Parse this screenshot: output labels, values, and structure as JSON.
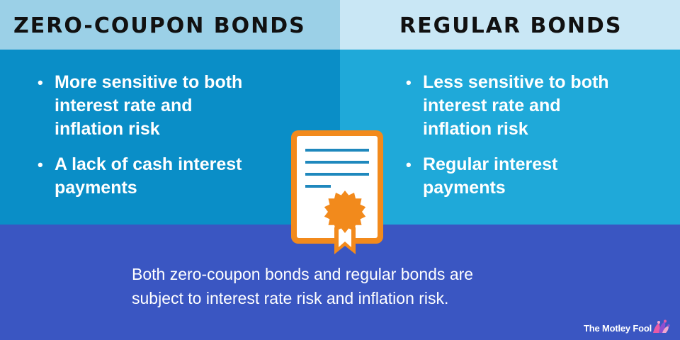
{
  "left": {
    "title": "ZERO-COUPON BONDS",
    "bullets": [
      "More sensitive to both\ninterest rate and\ninflation risk",
      "A lack of cash interest\npayments"
    ]
  },
  "right": {
    "title": "REGULAR BONDS",
    "bullets": [
      "Less sensitive to both\ninterest rate and\ninflation risk",
      "Regular interest\npayments"
    ]
  },
  "bullet_glyph": "•",
  "summary": "Both zero-coupon bonds and regular bonds are\nsubject to interest rate risk and inflation risk.",
  "brand": "The Motley Fool",
  "colors": {
    "header_left": "#9bd0e7",
    "header_right": "#c9e7f5",
    "body_left": "#0a8ec7",
    "body_right": "#1fa9d9",
    "bottom": "#3a56c2",
    "accent_orange": "#f28a1c"
  },
  "icons": {
    "certificate": "certificate-icon",
    "award_badge": "award-ribbon-icon",
    "jester_hat": "jester-hat-icon"
  }
}
